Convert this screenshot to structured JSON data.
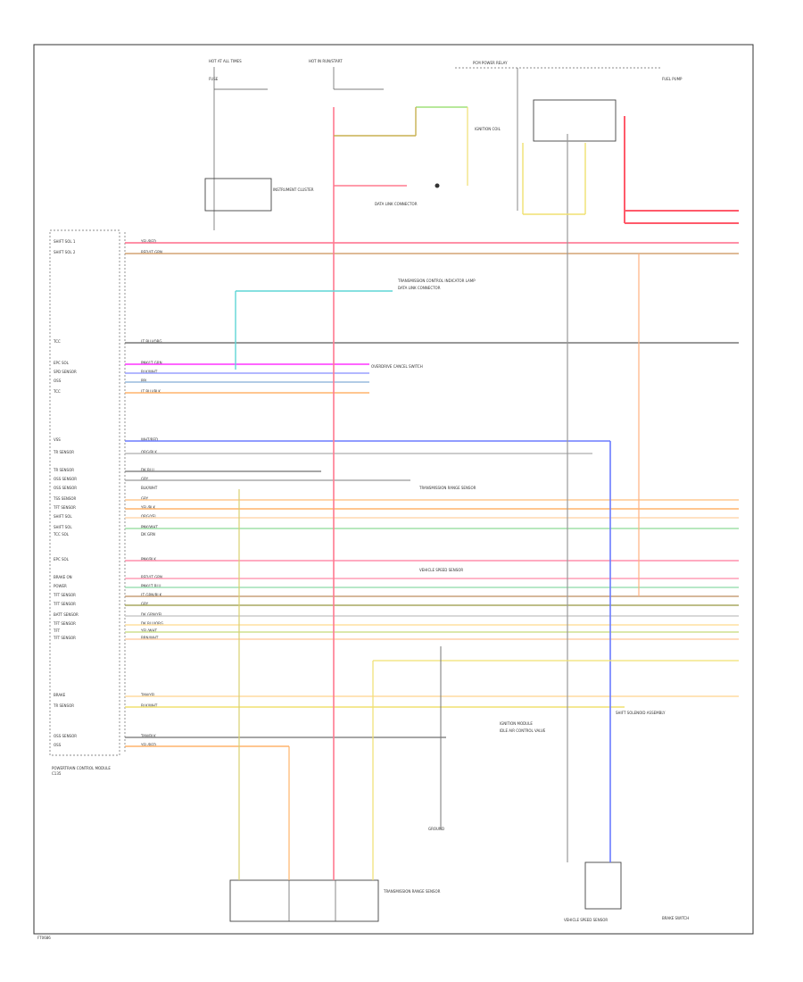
{
  "diagram": {
    "pcm_label": "POWERTRAIN CONTROL MODULE",
    "footer_code": "FT0686",
    "components": {
      "hot_at_all_times": "HOT AT ALL TIMES",
      "hot_in_run": "HOT IN RUN/START",
      "fuse": "FUSE",
      "cluster_unit": "INSTRUMENT CLUSTER",
      "tr_sensor": "TRANSMISSION RANGE SENSOR",
      "data_link": "DATA LINK CONNECTOR",
      "ignition_coil": "IGNITION COIL",
      "pcm_power_relay": "PCM POWER RELAY",
      "shift_solenoid_assy": "SHIFT SOLENOID ASSEMBLY",
      "idle_air": "IDLE AIR CONTROL VALVE",
      "fuel_pump": "FUEL PUMP",
      "brake_switch": "BRAKE SWITCH",
      "speed_sensor": "VEHICLE SPEED SENSOR",
      "ground": "GROUND"
    },
    "pcm_pins": [
      "SHIFT SOL 1",
      "SHIFT SOL 2",
      "TCC",
      "EPC SOL",
      "SPD SENSOR",
      "OSS",
      "TCC",
      "VSS",
      "TR SENSOR",
      "TR SENSOR",
      "OSS SENSOR",
      "OSS SENSOR",
      "TSS SENSOR",
      "TFT SENSOR",
      "SHIFT SOL",
      "SHIFT SOL",
      "TCC SOL",
      "EPC SOL",
      "BRAKE ON",
      "POWER",
      "TFT SENSOR",
      "TFT SENSOR",
      "BATT SENSOR",
      "TFT SENSOR",
      "TFT",
      "TFT SENSOR",
      "BRAKE",
      "TR SENSOR",
      "OSS SENSOR",
      "OSS"
    ],
    "wire_colors": [
      "YEL/RED",
      "RED/LT GRN",
      "LT BLU/ORG",
      "PNK/LT GRN",
      "BLK/WHT",
      "PPL",
      "LT BLU/BLK",
      "WHT/RED",
      "ORG/BLK",
      "DK BLU",
      "GRY",
      "BLK/WHT",
      "GRY",
      "YEL/BLK",
      "ORG/YEL",
      "PNK/WHT",
      "DK GRN",
      "PNK/BLK",
      "RED/LT GRN",
      "PNK/LT BLU",
      "LT GRN/BLK",
      "GRY",
      "DK GRN/YEL",
      "DK BLU/ORG",
      "YEL/WHT",
      "BRN/WHT",
      "TAN/YEL",
      "BLK/WHT",
      "TAN/BLK",
      "YEL/RED"
    ],
    "legend_notes": {
      "n1": "TRANSMISSION CONTROL INDICATOR LAMP",
      "n2": "DATA LINK CONNECTOR",
      "n3": "OVERDRIVE CANCEL SWITCH",
      "n4": "TRANSMISSION RANGE SENSOR",
      "n5": "VEHICLE SPEED SENSOR",
      "n6": "IGNITION MODULE"
    },
    "pcm_code": "C135"
  }
}
